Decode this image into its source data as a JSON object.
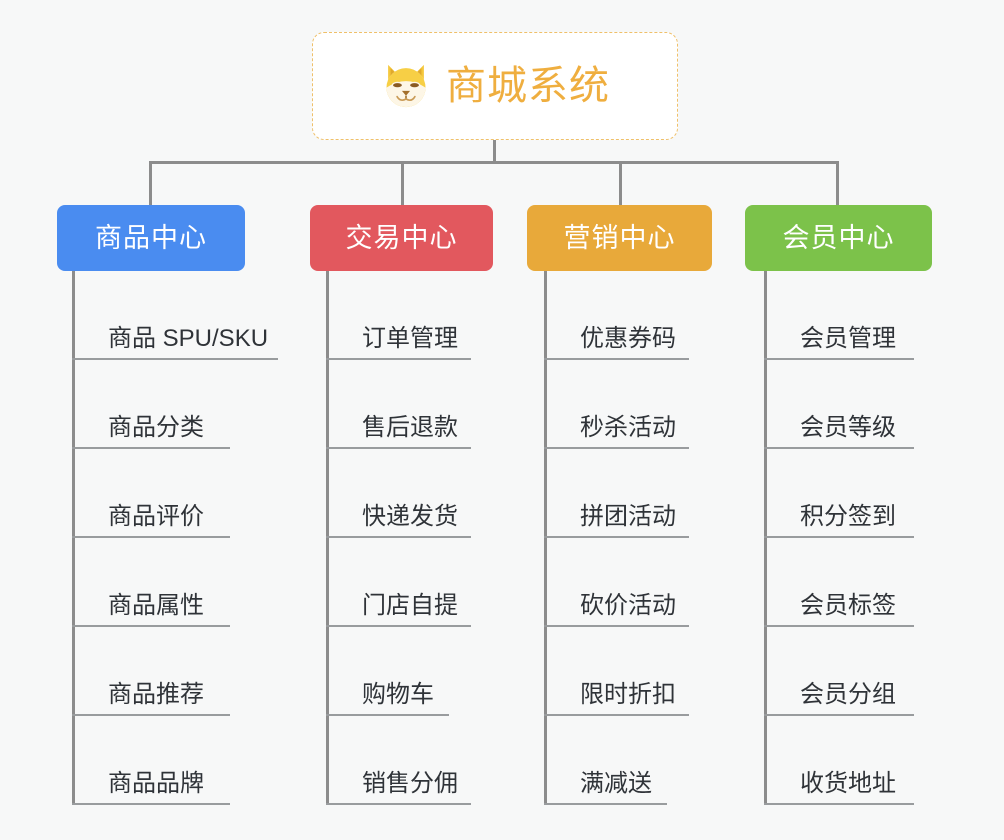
{
  "page": {
    "background_color": "#f7f8f8",
    "connector_color": "#8c8c8c",
    "item_text_color": "#2f3338",
    "item_rule_color": "#999c9e"
  },
  "root": {
    "title": "商城系统",
    "icon": "shiba-dog-face-icon",
    "text_color": "#efae3f",
    "border_color": "#efc06a",
    "background_color": "#ffffff"
  },
  "branches": [
    {
      "key": "product-center",
      "label": "商品中心",
      "color": "#4a8cf0",
      "items": [
        "商品 SPU/SKU",
        "商品分类",
        "商品评价",
        "商品属性",
        "商品推荐",
        "商品品牌"
      ]
    },
    {
      "key": "trade-center",
      "label": "交易中心",
      "color": "#e2585e",
      "items": [
        "订单管理",
        "售后退款",
        "快递发货",
        "门店自提",
        "购物车",
        "销售分佣"
      ]
    },
    {
      "key": "marketing-center",
      "label": "营销中心",
      "color": "#e8a93a",
      "items": [
        "优惠券码",
        "秒杀活动",
        "拼团活动",
        "砍价活动",
        "限时折扣",
        "满减送"
      ]
    },
    {
      "key": "member-center",
      "label": "会员中心",
      "color": "#7cc24a",
      "items": [
        "会员管理",
        "会员等级",
        "积分签到",
        "会员标签",
        "会员分组",
        "收货地址"
      ]
    }
  ]
}
